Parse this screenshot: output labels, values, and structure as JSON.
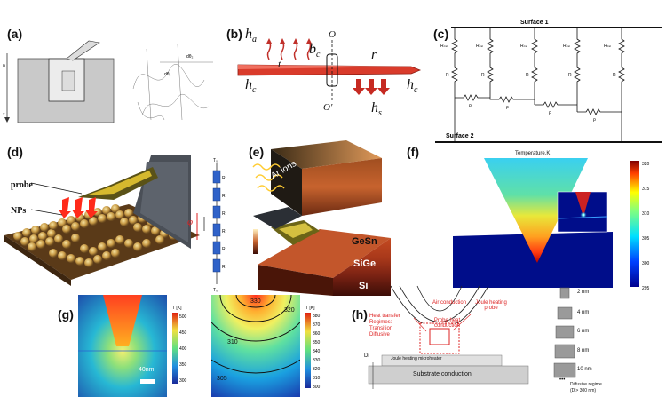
{
  "figure": {
    "panels": {
      "a": {
        "label": "(a)"
      },
      "b": {
        "label": "(b)",
        "h_a": "h",
        "h_a_sub": "a",
        "t": "t",
        "b_c": "b",
        "b_c_sub": "c",
        "O": "O",
        "O_prime": "O'",
        "r": "r",
        "h_c_left": "h",
        "h_c_left_sub": "c",
        "h_c_right": "h",
        "h_c_right_sub": "c",
        "h_s": "h",
        "h_s_sub": "s"
      },
      "c": {
        "label": "(c)",
        "surface1": "Surface 1",
        "surface2": "Surface 2",
        "R": "R",
        "Rcsl": "R",
        "rho": "ρ"
      },
      "d": {
        "label": "(d)",
        "probe": "probe",
        "nps": "NPs",
        "phi": "φ"
      },
      "e": {
        "label": "(e)",
        "ar_ions": "Ar ions",
        "gesn": "GeSn",
        "sige": "SiGe",
        "si": "Si"
      },
      "f": {
        "label": "(f)",
        "title": "Temperature,K",
        "ticks": [
          "320",
          "315",
          "310",
          "305",
          "300",
          "295"
        ]
      },
      "g": {
        "label": "(g)",
        "scale_bar": "40nm",
        "left_unit": "T [K]",
        "left_ticks": [
          "500",
          "450",
          "400",
          "350",
          "300"
        ],
        "right_unit": "T [K]",
        "right_ticks": [
          "380",
          "370",
          "360",
          "350",
          "340",
          "330",
          "320",
          "310",
          "300"
        ],
        "contours": [
          "330",
          "320",
          "310",
          "305"
        ]
      },
      "h": {
        "label": "(h)",
        "heat_transfer": "Heat transfer",
        "regimes": "Regimes:",
        "transition": "Transition",
        "diffusive": "Diffusive",
        "air_conduction": "Air conduction",
        "probe_heat": "Probe heat conduction",
        "joule_probe": "Joule heating probe",
        "joule_micro": "Joule heating microheater",
        "substrate": "Substrate conduction",
        "di": "Di",
        "dots": "•••",
        "diffusive_regime": "Diffusive regime",
        "di_range": "(Di> 300 nm)",
        "sizes": [
          "2 nm",
          "4 nm",
          "6 nm",
          "8 nm",
          "10 nm"
        ]
      }
    }
  }
}
